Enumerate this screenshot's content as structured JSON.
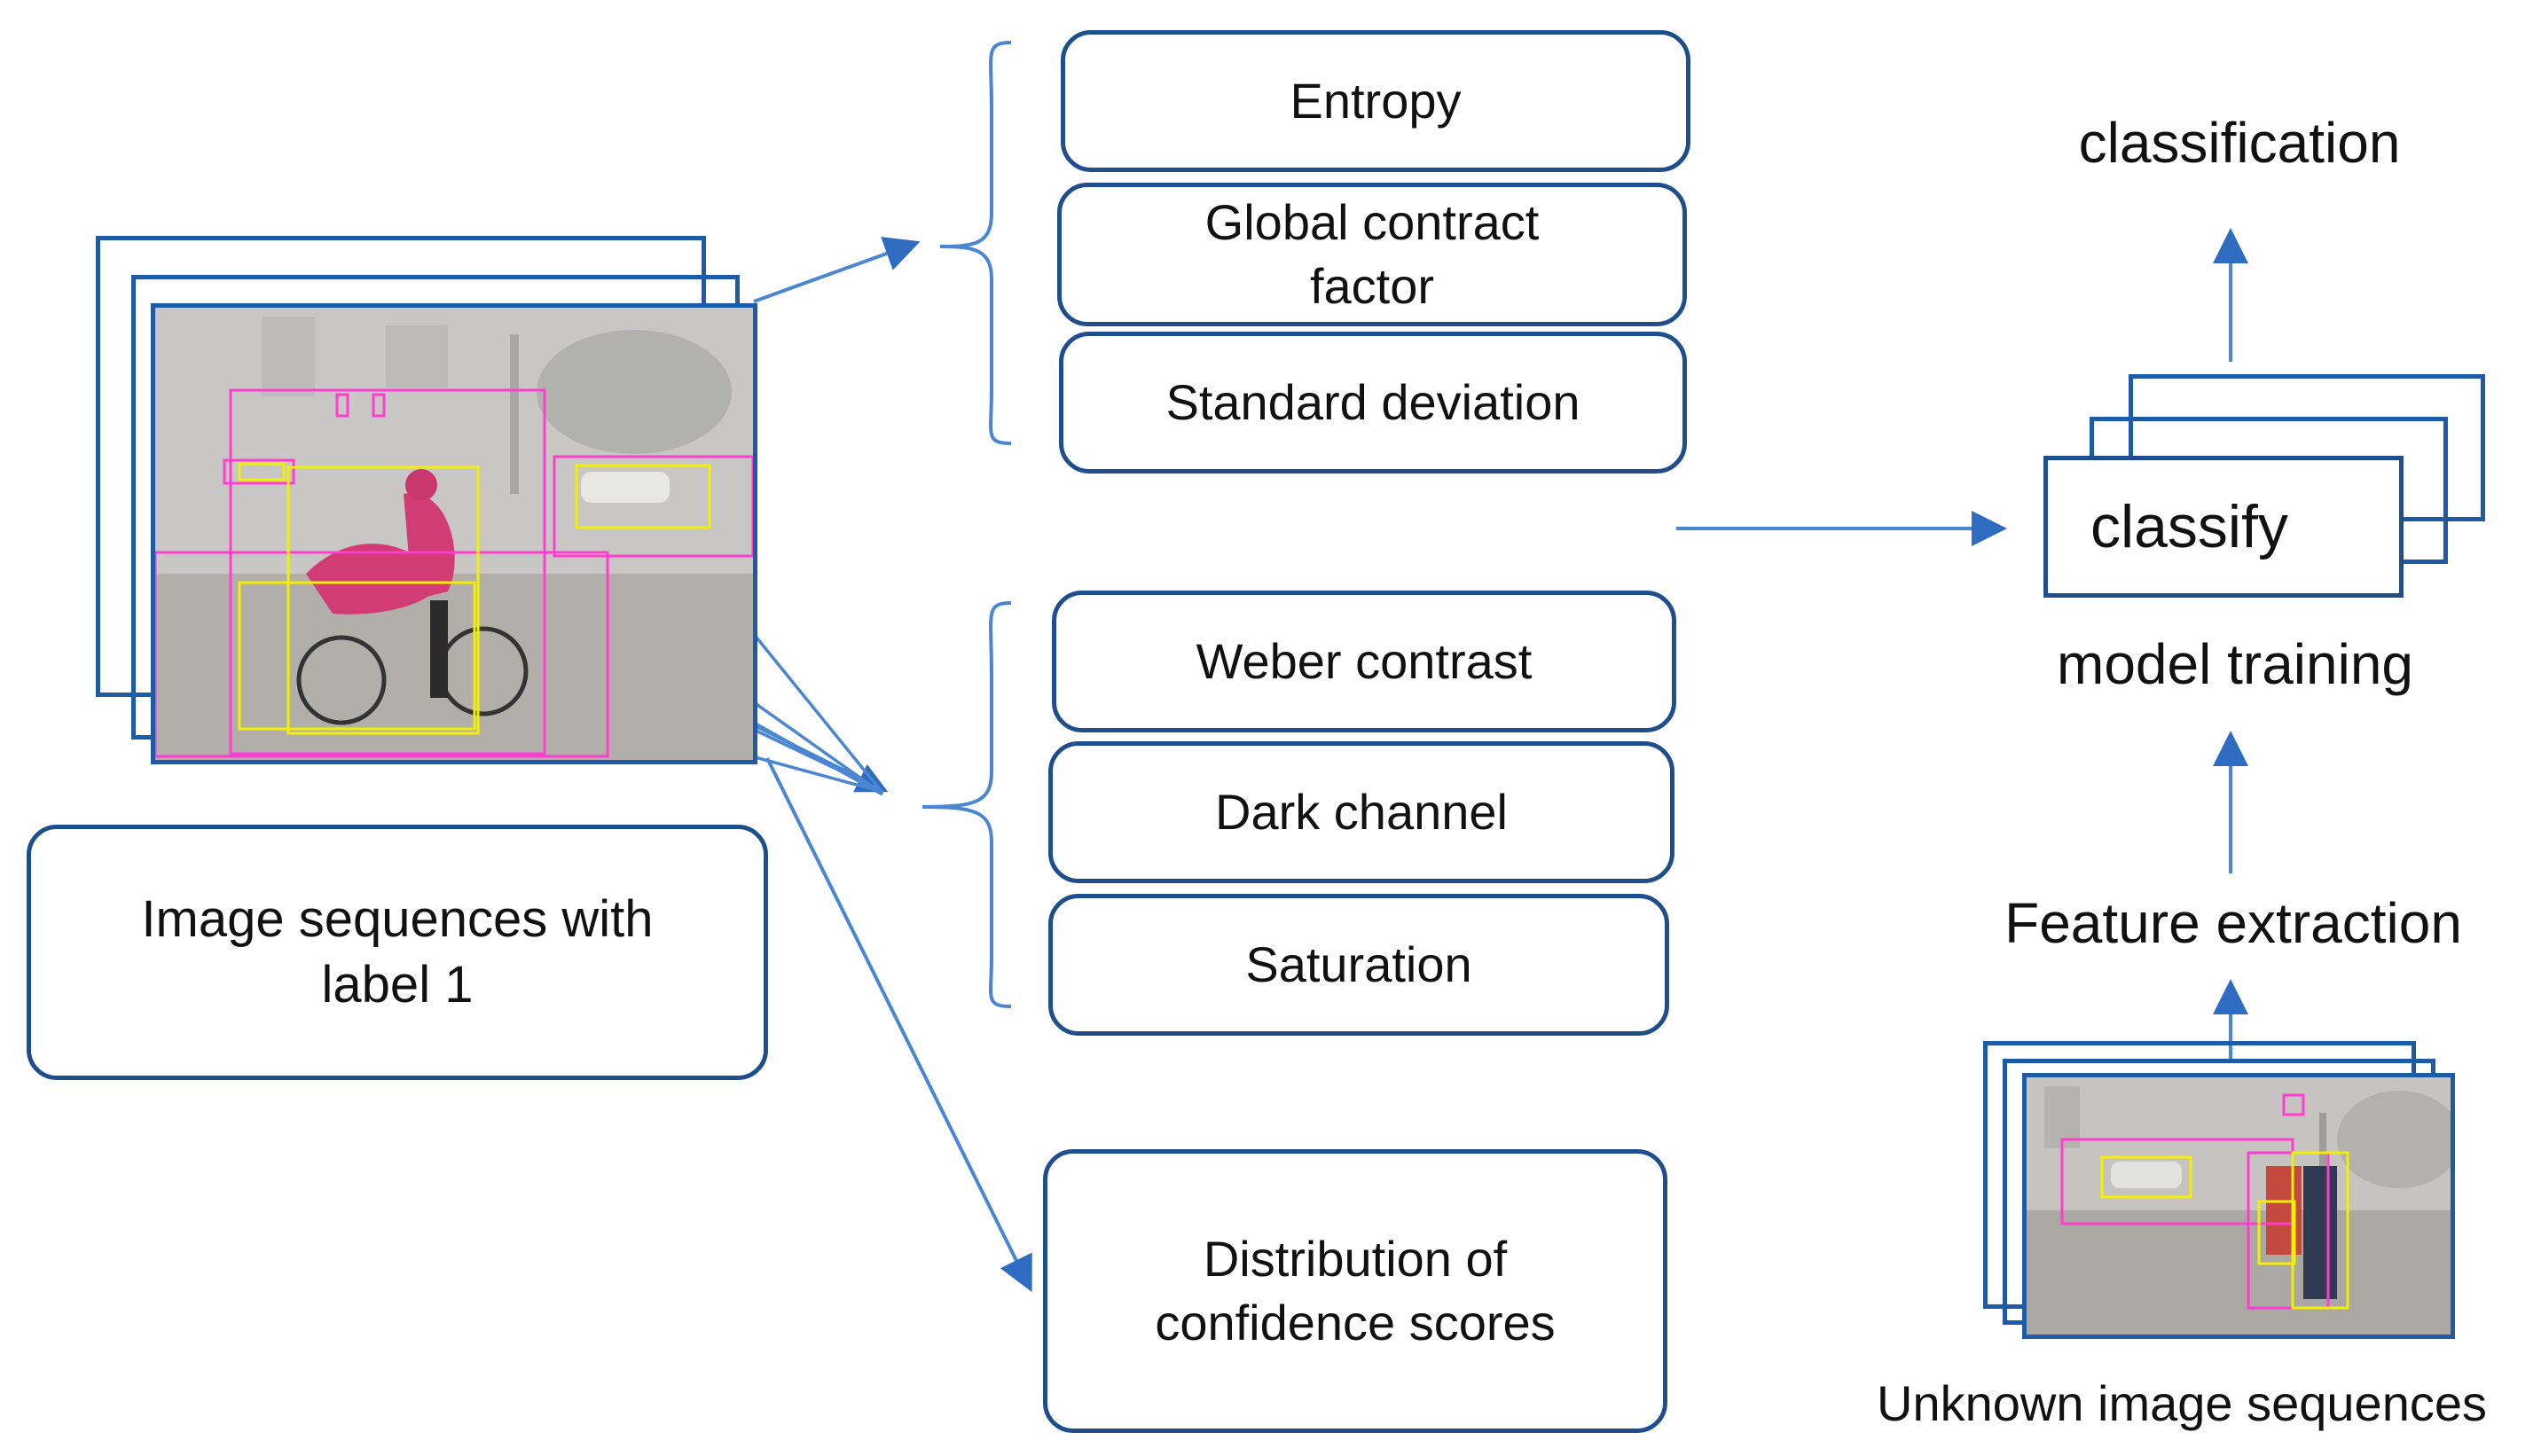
{
  "features": {
    "group1": [
      "Entropy",
      "Global contract",
      "factor",
      "Standard deviation"
    ],
    "group2": [
      "Weber contrast",
      "Dark channel",
      "Saturation"
    ],
    "distribution": [
      "Distribution  of",
      "confidence scores"
    ]
  },
  "left_label": [
    "Image sequences with",
    "label 1"
  ],
  "right": {
    "classification": "classification",
    "classify": "classify",
    "model_training": "model training",
    "feature_extraction": "Feature extraction",
    "unknown": "Unknown image sequences"
  },
  "colors": {
    "box_border": "#1f4e8c",
    "arrow": "#4a86d1",
    "bbox_magenta": "#ff3dd0",
    "bbox_yellow": "#f2f000"
  }
}
